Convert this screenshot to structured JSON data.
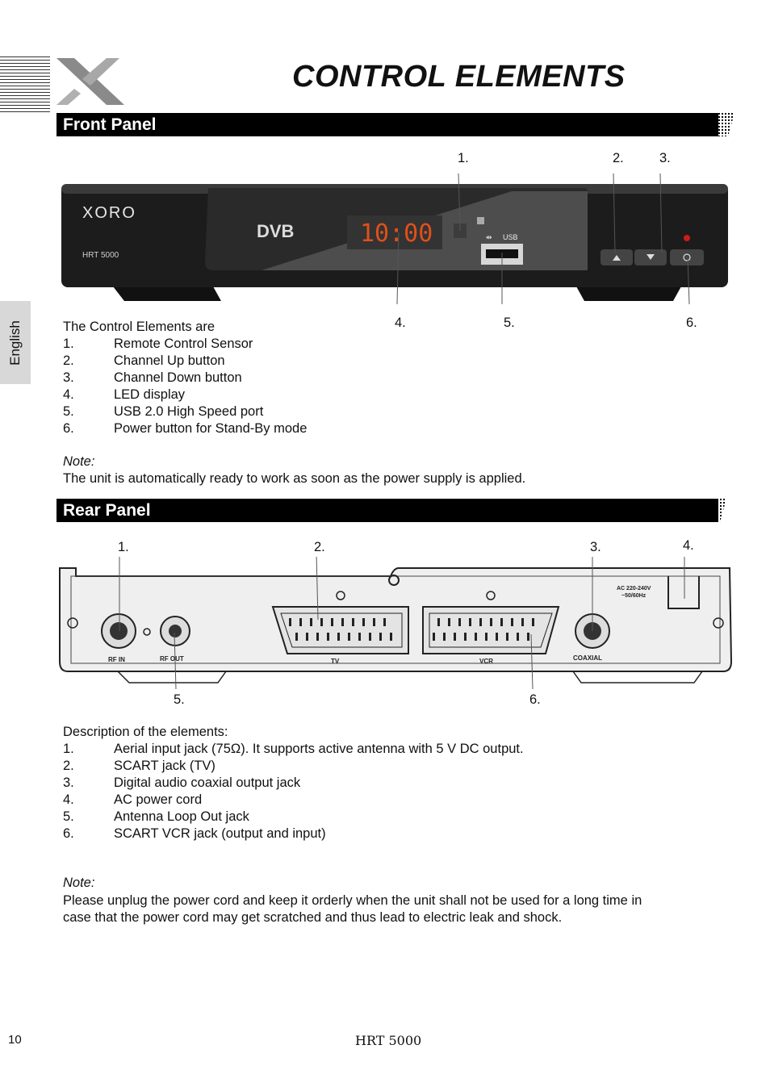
{
  "page": {
    "title": "CONTROL ELEMENTS",
    "language_tab": "English",
    "page_number": "10",
    "model": "HRT 5000"
  },
  "front_panel": {
    "heading": "Front Panel",
    "device": {
      "brand": "XORO",
      "model": "HRT 5000",
      "logo": "DVB",
      "display": "10:00",
      "usb_label": "USB"
    },
    "callouts": [
      "1.",
      "2.",
      "3.",
      "4.",
      "5.",
      "6."
    ],
    "intro": "The Control Elements are",
    "items": [
      {
        "num": "1.",
        "text": "Remote Control Sensor"
      },
      {
        "num": "2.",
        "text": "Channel Up button"
      },
      {
        "num": "3.",
        "text": "Channel Down button"
      },
      {
        "num": "4.",
        "text": "LED display"
      },
      {
        "num": "5.",
        "text": "USB 2.0 High Speed port"
      },
      {
        "num": "6.",
        "text": "Power button for Stand-By mode"
      }
    ],
    "note_label": "Note:",
    "note_text": "The unit is automatically ready to work as soon as the power supply is applied."
  },
  "rear_panel": {
    "heading": "Rear Panel",
    "device": {
      "rf_in": "RF IN",
      "rf_out": "RF OUT",
      "tv": "TV",
      "vcr": "VCR",
      "coaxial": "COAXIAL",
      "power_line1": "AC 220-240V",
      "power_line2": "~50/60Hz"
    },
    "callouts": [
      "1.",
      "2.",
      "3.",
      "4.",
      "5.",
      "6."
    ],
    "intro": "Description of the elements:",
    "items": [
      {
        "num": "1.",
        "text": "Aerial input jack (75Ω). It supports active antenna with 5 V DC output."
      },
      {
        "num": "2.",
        "text": "SCART jack (TV)"
      },
      {
        "num": "3.",
        "text": "Digital audio coaxial output jack"
      },
      {
        "num": "4.",
        "text": "AC power cord"
      },
      {
        "num": "5.",
        "text": "Antenna Loop Out jack"
      },
      {
        "num": "6.",
        "text": "SCART VCR jack (output and input)"
      }
    ],
    "note_label": "Note:",
    "note_line1": "Please unplug the power cord and keep it orderly when the unit shall not be used for a long time in",
    "note_line2": "case that the power cord may get scratched and thus lead to electric leak and shock."
  },
  "colors": {
    "bar": "#000000",
    "led": "#e0501a",
    "power_led": "#cc1a1a",
    "device_body": "#1c1c1c",
    "rear_body": "#efefef"
  }
}
